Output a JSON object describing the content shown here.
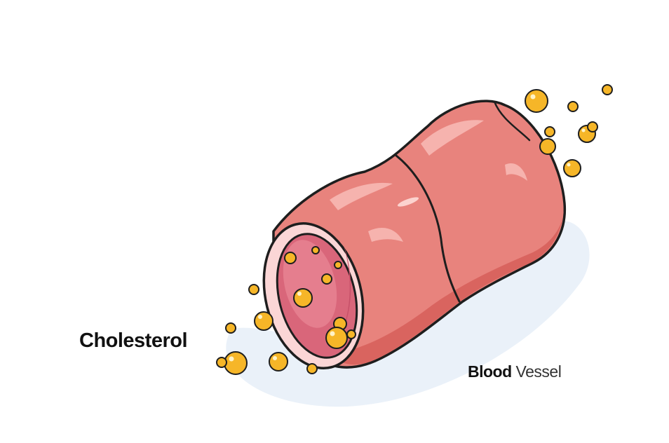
{
  "labels": {
    "cholesterol": "Cholesterol",
    "vessel_bold": "Blood",
    "vessel_light": " Vessel"
  },
  "colors": {
    "vessel_body": "#E8837D",
    "vessel_dark": "#D9645F",
    "vessel_highlight": "#F6B3AE",
    "lumen_wall": "#FBD6D6",
    "lumen_inner": "#D9667A",
    "cholesterol": "#F6B628",
    "outline": "#1E1E1E",
    "shadow": "#E9F0F8"
  }
}
